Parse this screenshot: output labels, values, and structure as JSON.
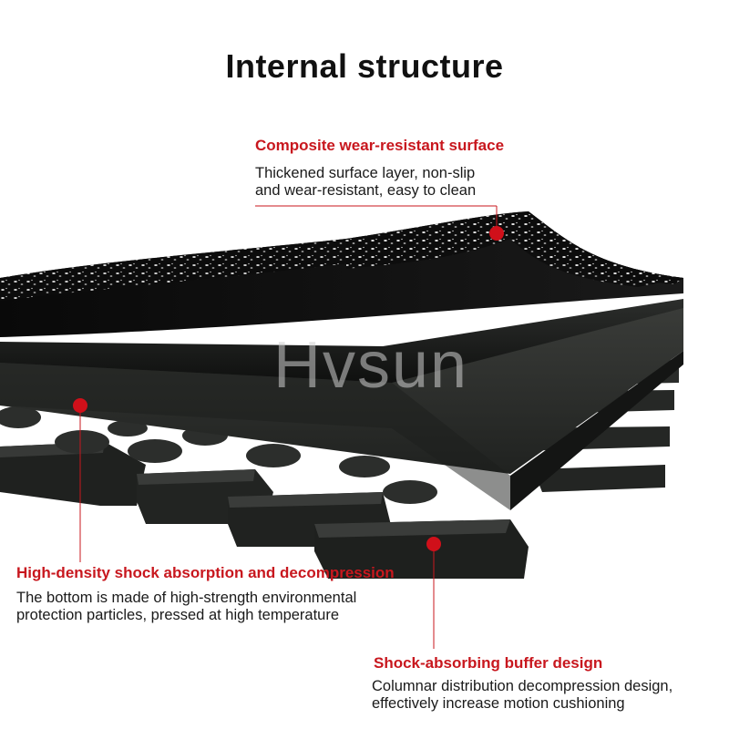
{
  "title": "Internal structure",
  "watermark": "Hvsun",
  "accent_color": "#c8171e",
  "callouts": [
    {
      "heading": "Composite wear-resistant surface",
      "lines": [
        "Thickened surface layer, non-slip",
        "and wear-resistant, easy to clean"
      ]
    },
    {
      "heading": "High-density shock absorption and decompression",
      "lines": [
        "The bottom is made of high-strength environmental",
        "protection particles, pressed at high temperature"
      ]
    },
    {
      "heading": "Shock-absorbing buffer design",
      "lines": [
        "Columnar distribution decompression design,",
        "effectively increase motion cushioning"
      ]
    }
  ]
}
